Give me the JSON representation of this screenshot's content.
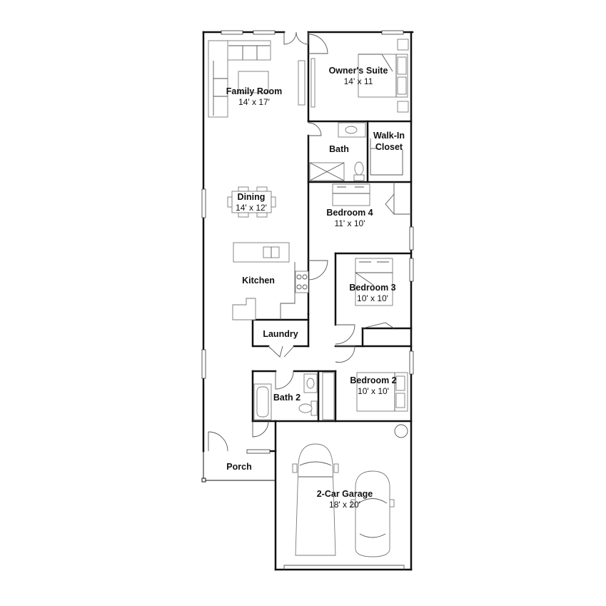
{
  "plan": {
    "rooms": {
      "family_room": {
        "name": "Family Room",
        "dims": "14' x 17'"
      },
      "owners_suite": {
        "name": "Owner's Suite",
        "dims": "14' x 11"
      },
      "walk_in_closet": {
        "name_line1": "Walk-In",
        "name_line2": "Closet"
      },
      "bath": {
        "name": "Bath"
      },
      "dining": {
        "name": "Dining",
        "dims": "14' x 12'"
      },
      "bedroom4": {
        "name": "Bedroom 4",
        "dims": "11' x 10'"
      },
      "kitchen": {
        "name": "Kitchen"
      },
      "bedroom3": {
        "name": "Bedroom 3",
        "dims": "10' x 10'"
      },
      "laundry": {
        "name": "Laundry"
      },
      "bath2": {
        "name": "Bath 2"
      },
      "bedroom2": {
        "name": "Bedroom 2",
        "dims": "10' x 10'"
      },
      "porch": {
        "name": "Porch"
      },
      "garage": {
        "name": "2-Car Garage",
        "dims": "18' x 20'"
      }
    },
    "colors": {
      "wall": "#111111",
      "fixture": "#7a7a7a",
      "background": "#ffffff"
    }
  }
}
